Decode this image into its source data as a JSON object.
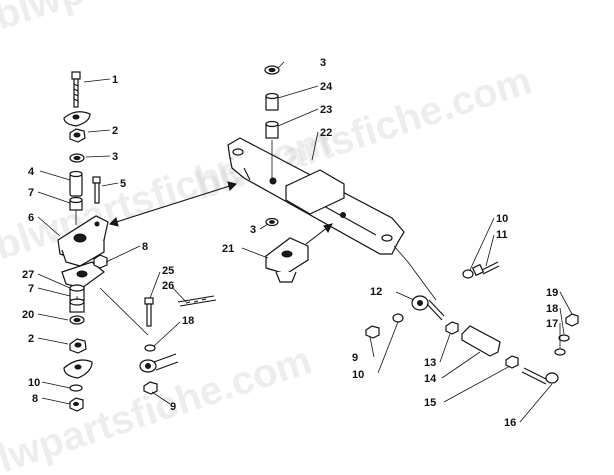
{
  "watermark": {
    "text_1": "blwpartsfiche.com",
    "text_2": "blwpartsfiche.com",
    "text_3": "blwpartsfiche.com",
    "text_4": "blwpartsfiche.com"
  },
  "callouts": [
    {
      "id": "c1",
      "text": "1"
    },
    {
      "id": "c2a",
      "text": "2"
    },
    {
      "id": "c3a",
      "text": "3"
    },
    {
      "id": "c4",
      "text": "4"
    },
    {
      "id": "c5",
      "text": "5"
    },
    {
      "id": "c7a",
      "text": "7"
    },
    {
      "id": "c6",
      "text": "6"
    },
    {
      "id": "c8a",
      "text": "8"
    },
    {
      "id": "c27",
      "text": "27"
    },
    {
      "id": "c7b",
      "text": "7"
    },
    {
      "id": "c20",
      "text": "20"
    },
    {
      "id": "c2b",
      "text": "2"
    },
    {
      "id": "c10a",
      "text": "10"
    },
    {
      "id": "c8b",
      "text": "8"
    },
    {
      "id": "c25",
      "text": "25"
    },
    {
      "id": "c26",
      "text": "26"
    },
    {
      "id": "c18a",
      "text": "18"
    },
    {
      "id": "c9a",
      "text": "9"
    },
    {
      "id": "c3b",
      "text": "3"
    },
    {
      "id": "c24",
      "text": "24"
    },
    {
      "id": "c23",
      "text": "23"
    },
    {
      "id": "c22",
      "text": "22"
    },
    {
      "id": "c3c",
      "text": "3"
    },
    {
      "id": "c21",
      "text": "21"
    },
    {
      "id": "c10b",
      "text": "10"
    },
    {
      "id": "c11",
      "text": "11"
    },
    {
      "id": "c12",
      "text": "12"
    },
    {
      "id": "c19",
      "text": "19"
    },
    {
      "id": "c18b",
      "text": "18"
    },
    {
      "id": "c17",
      "text": "17"
    },
    {
      "id": "c9b",
      "text": "9"
    },
    {
      "id": "c10c",
      "text": "10"
    },
    {
      "id": "c13",
      "text": "13"
    },
    {
      "id": "c14",
      "text": "14"
    },
    {
      "id": "c15",
      "text": "15"
    },
    {
      "id": "c16",
      "text": "16"
    }
  ]
}
